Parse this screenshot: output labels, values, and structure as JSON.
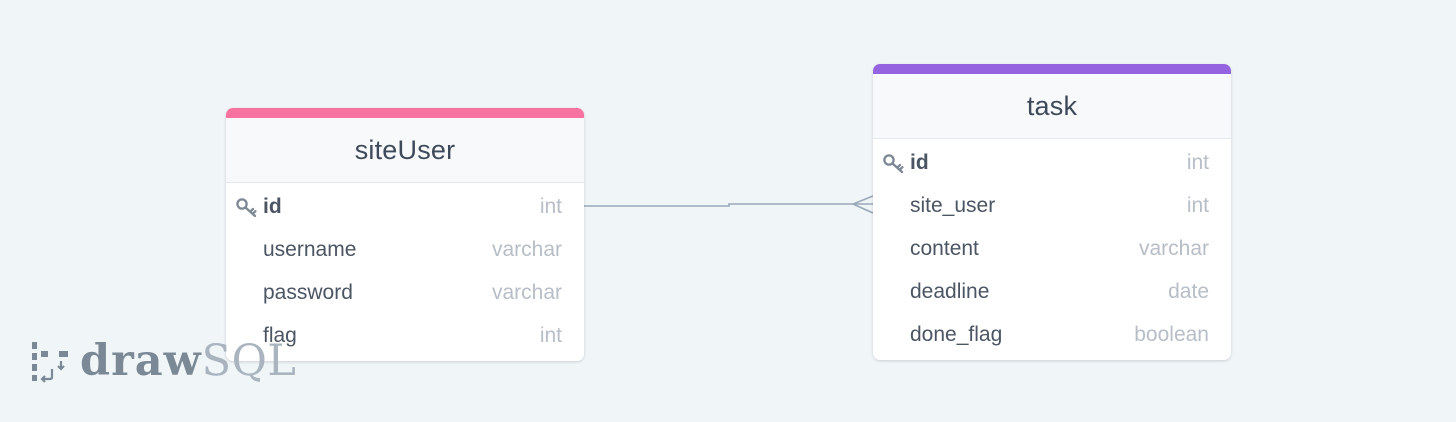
{
  "diagram": {
    "tables": [
      {
        "name": "siteUser",
        "accent_color": "#f7729e",
        "columns": [
          {
            "name": "id",
            "type": "int",
            "primary_key": true
          },
          {
            "name": "username",
            "type": "varchar",
            "primary_key": false
          },
          {
            "name": "password",
            "type": "varchar",
            "primary_key": false
          },
          {
            "name": "flag",
            "type": "int",
            "primary_key": false
          }
        ]
      },
      {
        "name": "task",
        "accent_color": "#9563e0",
        "columns": [
          {
            "name": "id",
            "type": "int",
            "primary_key": true
          },
          {
            "name": "site_user",
            "type": "int",
            "primary_key": false
          },
          {
            "name": "content",
            "type": "varchar",
            "primary_key": false
          },
          {
            "name": "deadline",
            "type": "date",
            "primary_key": false
          },
          {
            "name": "done_flag",
            "type": "boolean",
            "primary_key": false
          }
        ]
      }
    ],
    "relationships": [
      {
        "from_table": "siteUser",
        "from_column": "id",
        "to_table": "task",
        "to_column": "site_user",
        "cardinality": "one-to-many"
      }
    ],
    "line_color": "#9aa9b8"
  },
  "watermark": {
    "bold_text": "draw",
    "light_text": "SQL",
    "icon": "drawsql-logo-icon"
  }
}
